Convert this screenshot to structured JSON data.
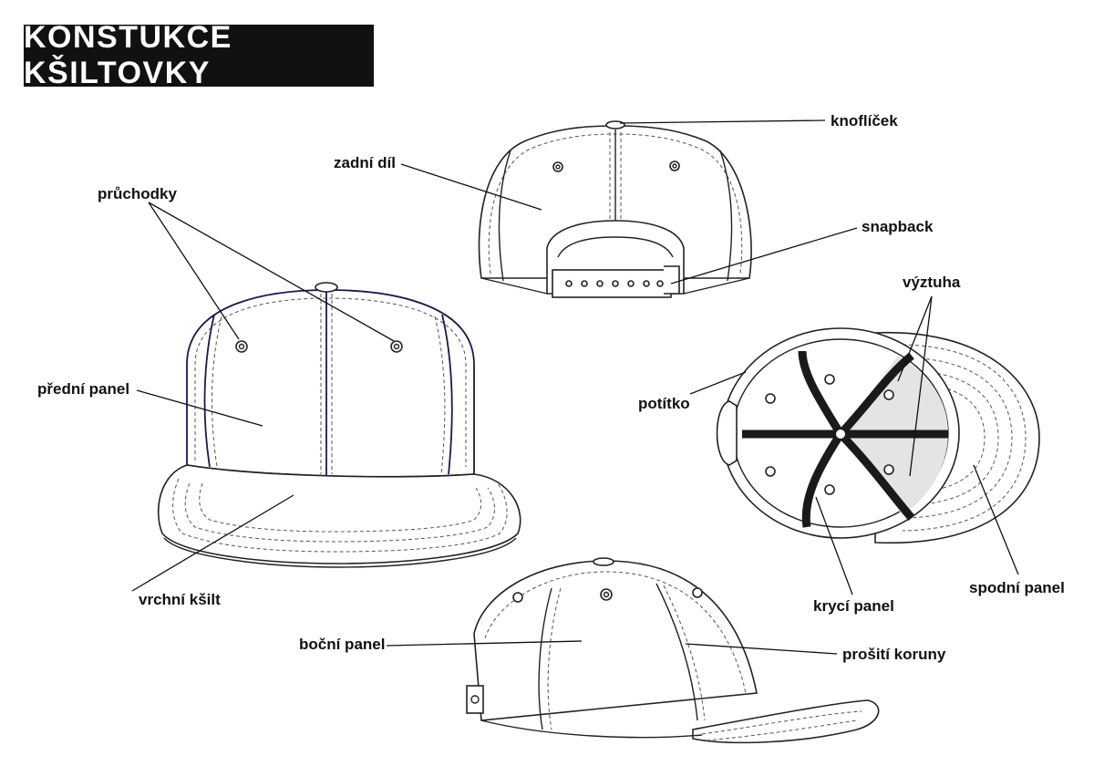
{
  "title": "KONSTUKCE KŠILTOVKY",
  "labels": {
    "pruchodky": "průchodky",
    "predni_panel": "přední panel",
    "vrchni_ksilt": "vrchní kšilt",
    "zadni_dil": "zadní díl",
    "knoficek": "knoflíček",
    "snapback": "snapback",
    "vyztuha": "výztuha",
    "potitko": "potítko",
    "kryci_panel": "krycí panel",
    "spodni_panel": "spodní panel",
    "bocni_panel": "boční panel",
    "prositi_koruny": "prošití koruny"
  },
  "colors": {
    "title_bg": "#111111",
    "title_fg": "#ffffff",
    "line": "#111111",
    "inner_fill": "#e4e4e4"
  }
}
